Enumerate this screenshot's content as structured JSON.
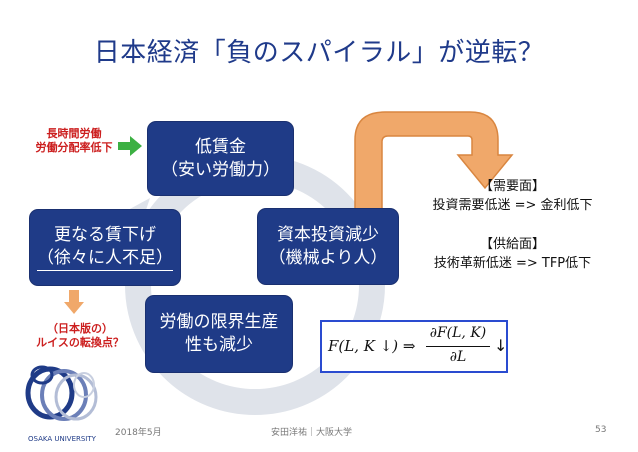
{
  "slide": {
    "title": "日本経済「負のスパイラル」が逆転？",
    "cycle": {
      "box1": {
        "line1": "低賃金",
        "line2": "（安い労働力）"
      },
      "box2": {
        "line1": "資本投資減少",
        "line2": "（機械より人）"
      },
      "box3": {
        "line1": "労働の限界生産",
        "line2": "性も減少"
      },
      "box4": {
        "line1": "更なる賃下げ",
        "line2": "（徐々に人不足）"
      }
    },
    "left_note": {
      "line1": "長時間労働",
      "line2": "労働分配率低下"
    },
    "lewis_note": {
      "line1": "（日本版の）",
      "line2": "ルイスの転換点？"
    },
    "demand": {
      "heading": "【需要面】",
      "text": "投資需要低迷 => 金利低下"
    },
    "supply": {
      "heading": "【供給面】",
      "text": "技術革新低迷 => TFP低下"
    },
    "formula": {
      "lhs": "F(L, K ↓) ⇒",
      "numerator": "∂F(L, K)",
      "denominator": "∂L",
      "rhs": "↓"
    },
    "colors": {
      "title": "#1f3a8a",
      "box": "#1f3b87",
      "note_red": "#cc1f1f",
      "arrow_green": "#3cb043",
      "arrow_orange": "#f0a86a",
      "formula_border": "#2a4bd0"
    },
    "logo": {
      "text": "OSAKA UNIVERSITY"
    }
  },
  "footer": {
    "date": "2018年5月",
    "author": "安田洋祐｜大阪大学",
    "page": "53"
  }
}
